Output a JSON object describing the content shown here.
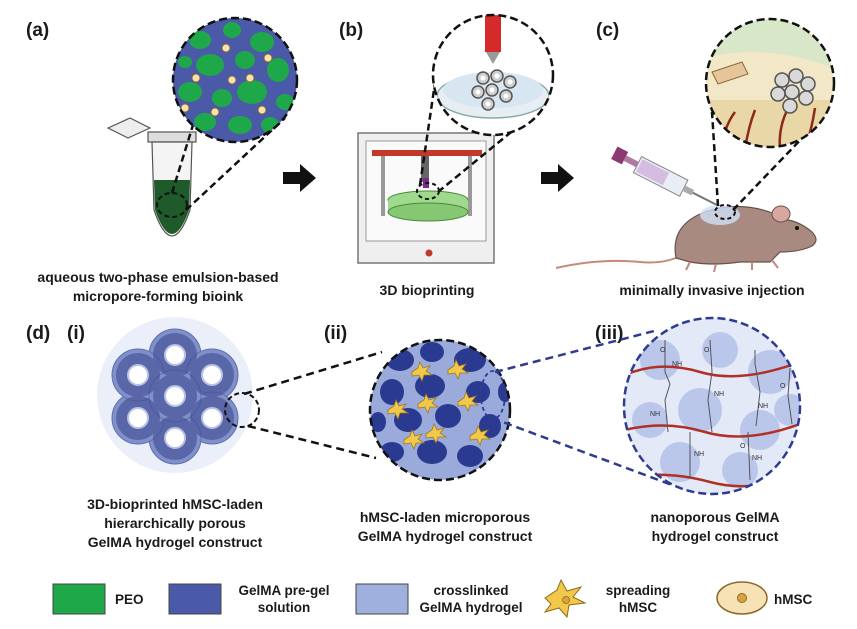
{
  "panels": {
    "a": "(a)",
    "b": "(b)",
    "c": "(c)",
    "d": "(d)",
    "i": "(i)",
    "ii": "(ii)",
    "iii": "(iii)"
  },
  "captions": {
    "a_line1": "aqueous two-phase emulsion-based",
    "a_line2": "micropore-forming bioink",
    "b": "3D bioprinting",
    "c": "minimally invasive injection",
    "i_line1": "3D-bioprinted hMSC-laden",
    "i_line2": "hierarchically porous",
    "i_line3": "GelMA hydrogel construct",
    "ii_line1": "hMSC-laden microporous",
    "ii_line2": "GelMA hydrogel construct",
    "iii_line1": "nanoporous GelMA",
    "iii_line2": "hydrogel construct"
  },
  "chem_labels": {
    "nh": "NH",
    "o": "O"
  },
  "legend": [
    {
      "id": "peo",
      "line1": "PEO",
      "line2": "",
      "color": "#1fa84a",
      "icon": "green-square"
    },
    {
      "id": "gelma-pregel",
      "line1": "GelMA pre-gel",
      "line2": "solution",
      "color": "#4a5aa8",
      "icon": "dark-blue-square"
    },
    {
      "id": "crosslinked",
      "line1": "crosslinked",
      "line2": "GelMA hydrogel",
      "color": "#9fb0de",
      "icon": "light-blue-square"
    },
    {
      "id": "spreading",
      "line1": "spreading",
      "line2": "hMSC",
      "color": "#f2c84a",
      "icon": "spreading-cell-icon"
    },
    {
      "id": "hmsc",
      "line1": "hMSC",
      "line2": "",
      "color": "#f6e2b4",
      "icon": "round-cell-icon"
    }
  ],
  "colors": {
    "arrow": "#111111",
    "dashed": "#111111",
    "dashed_blue": "#2f3b8f",
    "polymer_chain": "#b03025",
    "hydrogel_bg": "#c7d1ef",
    "pregel": "#4a5aa8",
    "peo": "#1fa84a",
    "cell": "#f6e2b4",
    "spreading": "#f2c84a",
    "printer_red": "#c0392b"
  }
}
